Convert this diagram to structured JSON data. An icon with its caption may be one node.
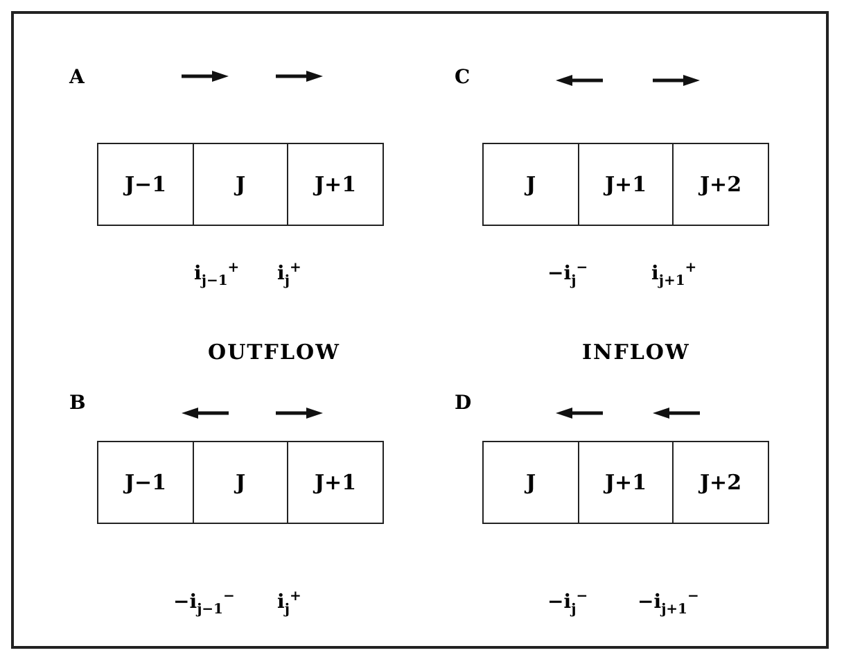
{
  "diagram": {
    "nodes": [
      {
        "text": [
          "J−1"
        ]
      },
      {
        "text": [
          "J"
        ]
      },
      {
        "text": [
          "J+1"
        ]
      },
      {
        "text": [
          "J"
        ]
      },
      {
        "text": [
          "J+1"
        ]
      },
      {
        "text": [
          "J+2"
        ]
      },
      {
        "text": [
          "J−1"
        ]
      },
      {
        "text": [
          "J"
        ]
      },
      {
        "text": [
          "J+1"
        ]
      },
      {
        "text": [
          "J"
        ]
      },
      {
        "text": [
          "J+1"
        ]
      },
      {
        "text": [
          "J+2"
        ]
      }
    ],
    "labels": [
      "A",
      "C",
      "i$_{j−1}$$^{+}$",
      "i$_{j}$$^{+}$",
      "−i$_{j}$$^{−}$",
      "i$_{j+1}$$^{+}$",
      "OUTFLOW",
      "INFLOW",
      "B",
      "D",
      "−i$_{j−1}$$^{−}$",
      "i$_{j}$$^{+}$",
      "−i$_{j}$$^{−}$",
      "−i$_{j+1}$$^{−}$"
    ]
  }
}
